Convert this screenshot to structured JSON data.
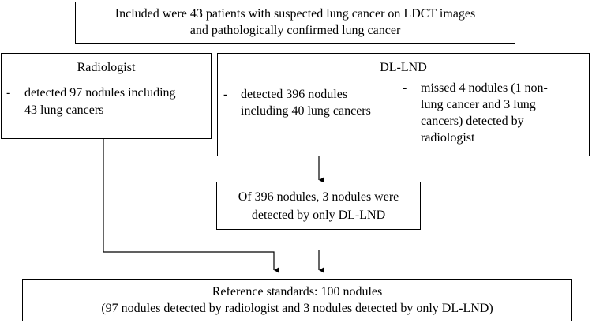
{
  "top_box": {
    "line1": "Included were 43 patients with suspected lung cancer on LDCT images",
    "line2": "and pathologically confirmed lung cancer"
  },
  "radiologist_box": {
    "title": "Radiologist",
    "bullet": "-",
    "text_line1": "detected 97 nodules including",
    "text_line2": "43 lung cancers"
  },
  "dl_lnd_box": {
    "title": "DL-LND",
    "bullet1": "-",
    "item1_line1": "detected 396 nodules",
    "item1_line2": "including 40 lung cancers",
    "bullet2": "-",
    "item2_line1": "missed 4 nodules (1 non-",
    "item2_line2": "lung cancer and 3 lung",
    "item2_line3": "cancers) detected by",
    "item2_line4": "radiologist"
  },
  "middle_box": {
    "line1": "Of 396 nodules, 3 nodules were",
    "line2": "detected by only DL-LND"
  },
  "bottom_box": {
    "line1": "Reference standards: 100 nodules",
    "line2": "(97 nodules detected by radiologist and 3 nodules detected by only DL-LND)"
  }
}
